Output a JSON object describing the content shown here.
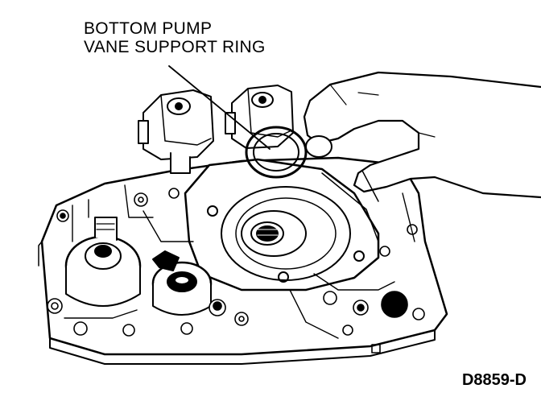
{
  "callout": {
    "line1": "BOTTOM PUMP",
    "line2": "VANE SUPPORT RING"
  },
  "figure_id": "D8859-D",
  "colors": {
    "ink": "#000000",
    "paper": "#ffffff"
  }
}
